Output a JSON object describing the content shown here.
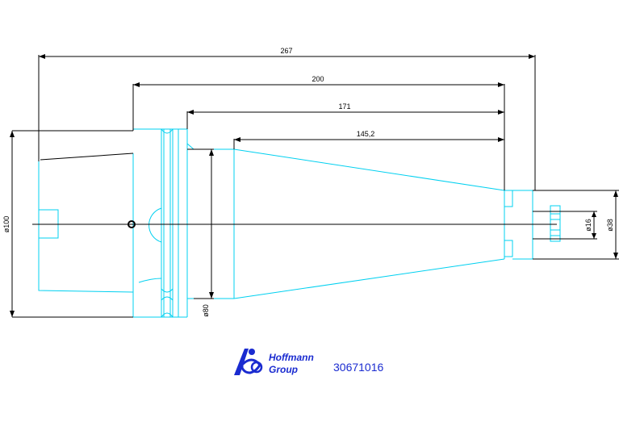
{
  "dimensions": {
    "overall_length": "267",
    "length_200": "200",
    "length_171": "171",
    "length_145": "145,2",
    "diameter_100": "ø100",
    "diameter_80": "ø80",
    "diameter_16": "ø16",
    "diameter_38": "ø38"
  },
  "logo": {
    "line1": "Hoffmann",
    "line2": "Group"
  },
  "part_number": "30671016",
  "colors": {
    "outline": "#00d0f0",
    "dimension": "#000000",
    "brand": "#1a2bd0"
  }
}
